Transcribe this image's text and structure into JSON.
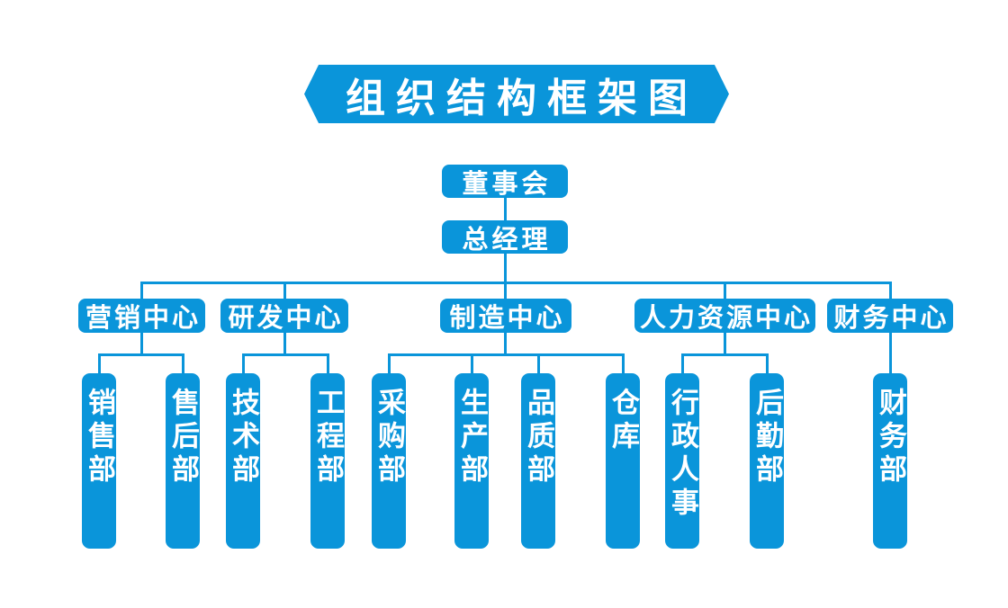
{
  "title": "组织结构框架图",
  "colors": {
    "accent": "#0a95da",
    "text_on_accent": "#ffffff",
    "background": "#ffffff"
  },
  "org": {
    "board": "董事会",
    "general_manager": "总经理",
    "centers": [
      {
        "name": "营销中心",
        "departments": [
          "销售部",
          "售后部"
        ]
      },
      {
        "name": "研发中心",
        "departments": [
          "技术部",
          "工程部"
        ]
      },
      {
        "name": "制造中心",
        "departments": [
          "采购部",
          "生产部",
          "品质部",
          "仓库"
        ]
      },
      {
        "name": "人力资源中心",
        "departments": [
          "行政人事",
          "后勤部"
        ]
      },
      {
        "name": "财务中心",
        "departments": [
          "财务部"
        ]
      }
    ]
  }
}
